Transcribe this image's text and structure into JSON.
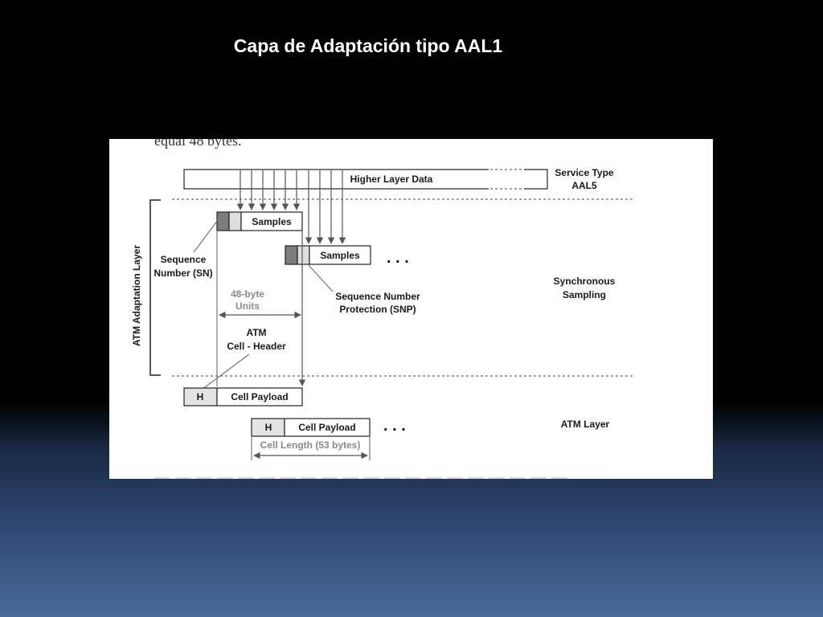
{
  "slide": {
    "title": "Capa de Adaptación tipo AAL1"
  },
  "figure": {
    "top_text": "equal 48 bytes.",
    "higher_layer_data": "Higher Layer Data",
    "service_type": [
      "Service Type",
      "AAL5"
    ],
    "atm_adaptation_layer": "ATM Adaptation Layer",
    "samples_1": "Samples",
    "samples_2": "Samples",
    "sequence_number": [
      "Sequence",
      "Number (SN)"
    ],
    "byte_units": [
      "48-byte",
      "Units"
    ],
    "snp": [
      "Sequence Number",
      "Protection (SNP)"
    ],
    "synchronous_sampling": [
      "Synchronous",
      "Sampling"
    ],
    "atm_cell_header": [
      "ATM",
      "Cell - Header"
    ],
    "cell_1": {
      "header": "H",
      "payload": "Cell Payload"
    },
    "cell_2": {
      "header": "H",
      "payload": "Cell Payload"
    },
    "atm_layer": "ATM Layer",
    "cell_length": "Cell Length (53 bytes)",
    "ellipsis": ". . ."
  },
  "colors": {
    "sn_fill": "#7d7d7d",
    "snp_fill": "#dedede",
    "header_fill": "#e4e4e4",
    "gray_text": "#8a8a8a"
  }
}
